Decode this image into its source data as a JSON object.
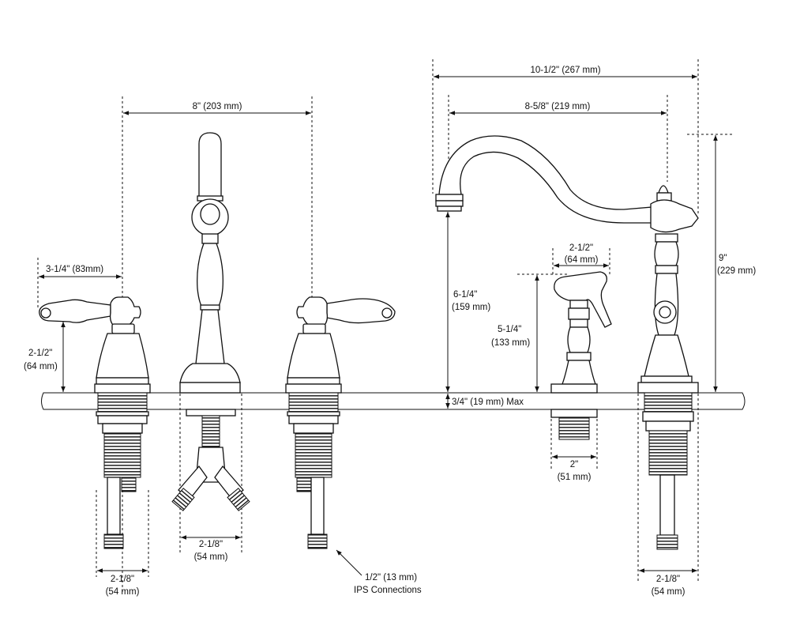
{
  "dimensions": {
    "spread": "8\" (203 mm)",
    "spout_reach_total": "10-1/2\" (267 mm)",
    "spout_reach": "8-5/8\" (219 mm)",
    "handle_reach": "3-1/4\" (83mm)",
    "handle_height_in": "2-1/2\"",
    "handle_height_mm": "(64 mm)",
    "spout_height_in": "6-1/4\"",
    "spout_height_mm": "(159 mm)",
    "sprayer_height_in": "5-1/4\"",
    "sprayer_height_mm": "(133 mm)",
    "sprayer_width_in": "2-1/2\"",
    "sprayer_width_mm": "(64 mm)",
    "overall_height_in": "9\"",
    "overall_height_mm": "(229 mm)",
    "deck_thickness": "3/4\" (19 mm) Max",
    "sprayer_base_in": "2\"",
    "sprayer_base_mm": "(51 mm)",
    "shank_left_in": "2-1/8\"",
    "shank_left_mm": "(54 mm)",
    "shank_center_in": "2-1/8\"",
    "shank_center_mm": "(54 mm)",
    "shank_right_in": "2-1/8\"",
    "shank_right_mm": "(54 mm)"
  },
  "callout": {
    "line1": "1/2\" (13 mm)",
    "line2": "IPS Connections"
  }
}
